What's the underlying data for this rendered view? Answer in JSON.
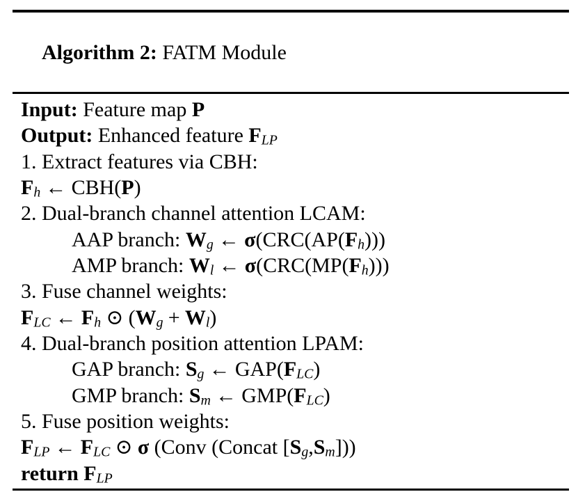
{
  "page": {
    "background": "#ffffff",
    "text_color": "#000000",
    "rule_color": "#000000"
  },
  "algorithm": {
    "header": {
      "label": "Algorithm 2:",
      "title": " FATM Module"
    },
    "lines": [
      {
        "indent": 0,
        "segments": [
          {
            "text": "Input:",
            "style": "b"
          },
          {
            "text": " Feature map ",
            "style": "t"
          },
          {
            "text": "P",
            "style": "v"
          }
        ]
      },
      {
        "indent": 0,
        "segments": [
          {
            "text": "Output:",
            "style": "b"
          },
          {
            "text": " Enhanced feature ",
            "style": "t"
          },
          {
            "text": "F",
            "style": "v"
          },
          {
            "text": "LP",
            "style": "sub"
          }
        ]
      },
      {
        "indent": 0,
        "segments": [
          {
            "text": "1. Extract features via CBH:",
            "style": "t"
          }
        ]
      },
      {
        "indent": 0,
        "segments": [
          {
            "text": "F",
            "style": "v"
          },
          {
            "text": "h",
            "style": "sub"
          },
          {
            "text": "←",
            "style": "op"
          },
          {
            "text": "CBH(",
            "style": "t"
          },
          {
            "text": "P",
            "style": "v"
          },
          {
            "text": ")",
            "style": "t"
          }
        ]
      },
      {
        "indent": 0,
        "segments": [
          {
            "text": "2. Dual-branch channel attention LCAM:",
            "style": "t"
          }
        ]
      },
      {
        "indent": 1,
        "segments": [
          {
            "text": "AAP branch: ",
            "style": "t"
          },
          {
            "text": "W",
            "style": "v"
          },
          {
            "text": "g",
            "style": "sub"
          },
          {
            "text": "←",
            "style": "op"
          },
          {
            "text": "σ",
            "style": "sig"
          },
          {
            "text": "(CRC(AP(",
            "style": "t"
          },
          {
            "text": "F",
            "style": "v"
          },
          {
            "text": "h",
            "style": "sub"
          },
          {
            "text": ")))",
            "style": "t"
          }
        ]
      },
      {
        "indent": 1,
        "segments": [
          {
            "text": "AMP branch: ",
            "style": "t"
          },
          {
            "text": "W",
            "style": "v"
          },
          {
            "text": "l",
            "style": "sub"
          },
          {
            "text": "←",
            "style": "op"
          },
          {
            "text": "σ",
            "style": "sig"
          },
          {
            "text": "(CRC(MP(",
            "style": "t"
          },
          {
            "text": "F",
            "style": "v"
          },
          {
            "text": "h",
            "style": "sub"
          },
          {
            "text": ")))",
            "style": "t"
          }
        ]
      },
      {
        "indent": 0,
        "segments": [
          {
            "text": "3. Fuse channel weights:",
            "style": "t"
          }
        ]
      },
      {
        "indent": 0,
        "segments": [
          {
            "text": "F",
            "style": "v"
          },
          {
            "text": "LC",
            "style": "sub"
          },
          {
            "text": "←",
            "style": "op"
          },
          {
            "text": "F",
            "style": "v"
          },
          {
            "text": "h",
            "style": "sub"
          },
          {
            "text": "⊙",
            "style": "op"
          },
          {
            "text": "(",
            "style": "t"
          },
          {
            "text": "W",
            "style": "v"
          },
          {
            "text": "g",
            "style": "sub"
          },
          {
            "text": "+",
            "style": "op"
          },
          {
            "text": "W",
            "style": "v"
          },
          {
            "text": "l",
            "style": "sub"
          },
          {
            "text": ")",
            "style": "t"
          }
        ]
      },
      {
        "indent": 0,
        "segments": [
          {
            "text": "4. Dual-branch position attention LPAM:",
            "style": "t"
          }
        ]
      },
      {
        "indent": 1,
        "segments": [
          {
            "text": "GAP branch: ",
            "style": "t"
          },
          {
            "text": "S",
            "style": "v"
          },
          {
            "text": "g",
            "style": "sub"
          },
          {
            "text": "←",
            "style": "op"
          },
          {
            "text": "GAP(",
            "style": "t"
          },
          {
            "text": "F",
            "style": "v"
          },
          {
            "text": "LC",
            "style": "sub"
          },
          {
            "text": ")",
            "style": "t"
          }
        ]
      },
      {
        "indent": 1,
        "segments": [
          {
            "text": "GMP branch: ",
            "style": "t"
          },
          {
            "text": "S",
            "style": "v"
          },
          {
            "text": "m",
            "style": "sub"
          },
          {
            "text": "←",
            "style": "op"
          },
          {
            "text": "GMP(",
            "style": "t"
          },
          {
            "text": "F",
            "style": "v"
          },
          {
            "text": "LC",
            "style": "sub"
          },
          {
            "text": ")",
            "style": "t"
          }
        ]
      },
      {
        "indent": 0,
        "segments": [
          {
            "text": "5. Fuse position weights:",
            "style": "t"
          }
        ]
      },
      {
        "indent": 0,
        "segments": [
          {
            "text": "F",
            "style": "v"
          },
          {
            "text": "LP",
            "style": "sub"
          },
          {
            "text": "←",
            "style": "op"
          },
          {
            "text": "F",
            "style": "v"
          },
          {
            "text": "LC",
            "style": "sub"
          },
          {
            "text": "⊙",
            "style": "op"
          },
          {
            "text": "σ",
            "style": "sig"
          },
          {
            "text": " (Conv (Concat [",
            "style": "t"
          },
          {
            "text": "S",
            "style": "v"
          },
          {
            "text": "g",
            "style": "sub"
          },
          {
            "text": ",",
            "style": "t"
          },
          {
            "text": "S",
            "style": "v"
          },
          {
            "text": "m",
            "style": "sub"
          },
          {
            "text": "]))",
            "style": "t"
          }
        ]
      },
      {
        "indent": 0,
        "segments": [
          {
            "text": "return ",
            "style": "b"
          },
          {
            "text": "F",
            "style": "v"
          },
          {
            "text": "LP",
            "style": "sub"
          }
        ]
      }
    ]
  }
}
